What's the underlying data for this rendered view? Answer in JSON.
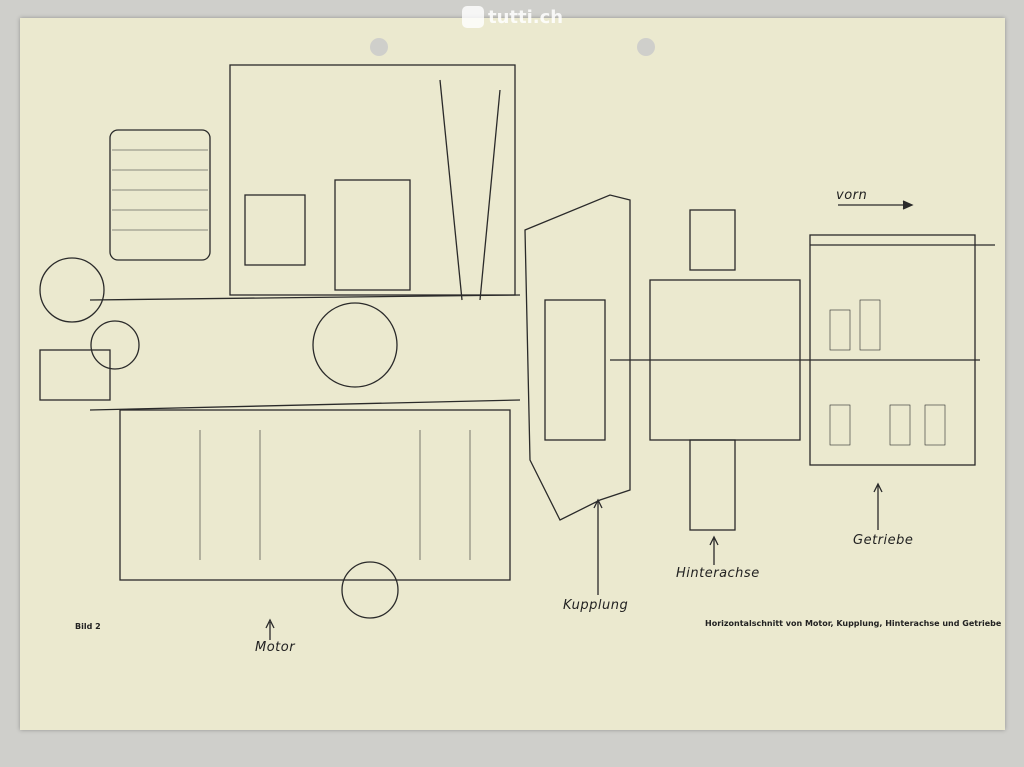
{
  "watermark": "tutti.ch",
  "drawing": {
    "direction_label": "vorn",
    "labels": {
      "motor": "Motor",
      "kupplung": "Kupplung",
      "hinterachse": "Hinterachse",
      "getriebe": "Getriebe"
    },
    "figure_number": "Bild 2",
    "caption": "Horizontalschnitt von Motor, Kupplung, Hinterachse und Getriebe"
  },
  "colors": {
    "paper": "#ebe9cf",
    "ink": "#222222",
    "background": "#cfcfcb"
  }
}
